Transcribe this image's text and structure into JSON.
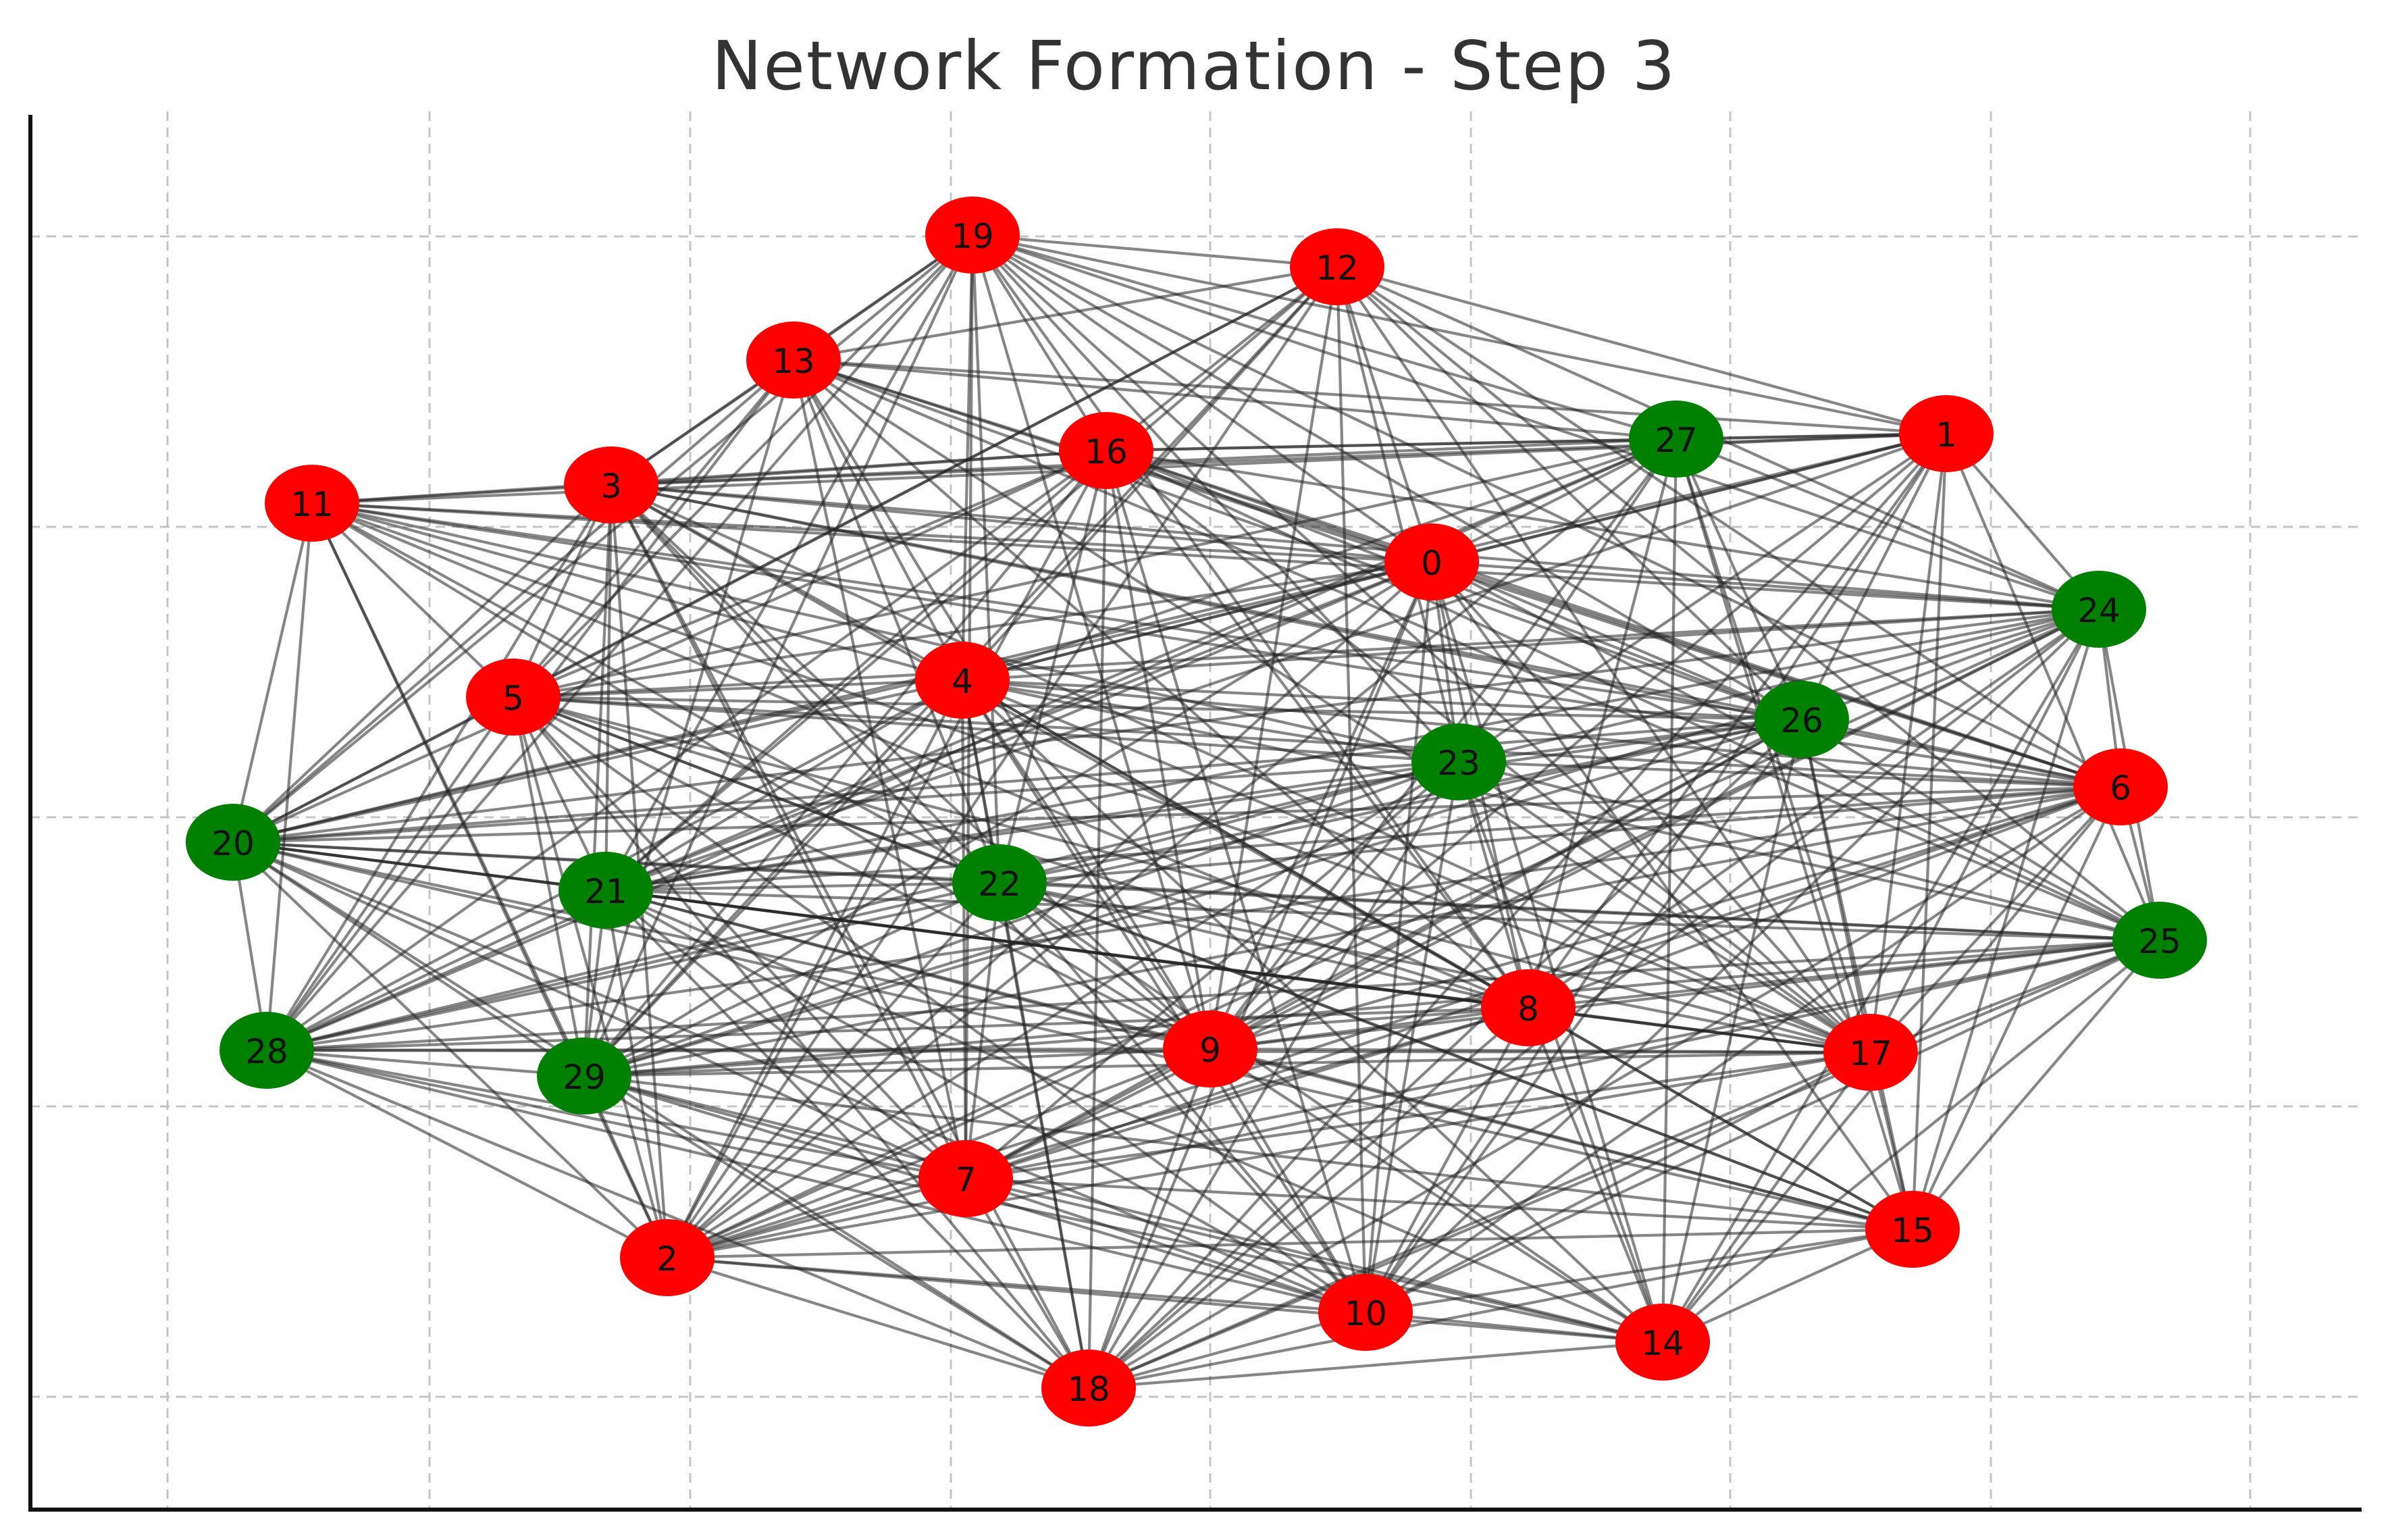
{
  "title": "Network Formation - Step 3",
  "colors": {
    "infected": "#ff0000",
    "healthy": "#008000",
    "edge": "#222222",
    "grid": "#c4c4c4",
    "axis": "#111111",
    "background": "#ffffff"
  },
  "chart_data": {
    "type": "network",
    "grid": true,
    "nodes": [
      {
        "id": "0",
        "label": "0",
        "state": "red"
      },
      {
        "id": "1",
        "label": "1",
        "state": "red"
      },
      {
        "id": "2",
        "label": "2",
        "state": "red"
      },
      {
        "id": "3",
        "label": "3",
        "state": "red"
      },
      {
        "id": "4",
        "label": "4",
        "state": "red"
      },
      {
        "id": "5",
        "label": "5",
        "state": "red"
      },
      {
        "id": "6",
        "label": "6",
        "state": "red"
      },
      {
        "id": "7",
        "label": "7",
        "state": "red"
      },
      {
        "id": "8",
        "label": "8",
        "state": "red"
      },
      {
        "id": "9",
        "label": "9",
        "state": "red"
      },
      {
        "id": "10",
        "label": "10",
        "state": "red"
      },
      {
        "id": "11",
        "label": "11",
        "state": "red"
      },
      {
        "id": "12",
        "label": "12",
        "state": "red"
      },
      {
        "id": "13",
        "label": "13",
        "state": "red"
      },
      {
        "id": "14",
        "label": "14",
        "state": "red"
      },
      {
        "id": "15",
        "label": "15",
        "state": "red"
      },
      {
        "id": "16",
        "label": "16",
        "state": "red"
      },
      {
        "id": "17",
        "label": "17",
        "state": "red"
      },
      {
        "id": "18",
        "label": "18",
        "state": "red"
      },
      {
        "id": "19",
        "label": "19",
        "state": "red"
      },
      {
        "id": "20",
        "label": "20",
        "state": "green"
      },
      {
        "id": "21",
        "label": "21",
        "state": "green"
      },
      {
        "id": "22",
        "label": "22",
        "state": "green"
      },
      {
        "id": "23",
        "label": "23",
        "state": "green"
      },
      {
        "id": "24",
        "label": "24",
        "state": "green"
      },
      {
        "id": "25",
        "label": "25",
        "state": "green"
      },
      {
        "id": "26",
        "label": "26",
        "state": "green"
      },
      {
        "id": "27",
        "label": "27",
        "state": "green"
      },
      {
        "id": "28",
        "label": "28",
        "state": "green"
      },
      {
        "id": "29",
        "label": "29",
        "state": "green"
      }
    ],
    "edges": [
      [
        "19",
        "12"
      ],
      [
        "19",
        "13"
      ],
      [
        "19",
        "16"
      ],
      [
        "19",
        "3"
      ],
      [
        "19",
        "4"
      ],
      [
        "19",
        "5"
      ],
      [
        "19",
        "0"
      ],
      [
        "19",
        "27"
      ],
      [
        "19",
        "1"
      ],
      [
        "19",
        "24"
      ],
      [
        "19",
        "26"
      ],
      [
        "19",
        "23"
      ],
      [
        "19",
        "22"
      ],
      [
        "19",
        "21"
      ],
      [
        "19",
        "9"
      ],
      [
        "19",
        "7"
      ],
      [
        "19",
        "8"
      ],
      [
        "19",
        "17"
      ],
      [
        "19",
        "29"
      ],
      [
        "19",
        "28"
      ],
      [
        "19",
        "20"
      ],
      [
        "19",
        "6"
      ],
      [
        "12",
        "13"
      ],
      [
        "12",
        "16"
      ],
      [
        "12",
        "0"
      ],
      [
        "12",
        "1"
      ],
      [
        "12",
        "24"
      ],
      [
        "12",
        "26"
      ],
      [
        "12",
        "23"
      ],
      [
        "12",
        "4"
      ],
      [
        "12",
        "5"
      ],
      [
        "12",
        "21"
      ],
      [
        "12",
        "9"
      ],
      [
        "12",
        "29"
      ],
      [
        "12",
        "10"
      ],
      [
        "12",
        "17"
      ],
      [
        "12",
        "6"
      ],
      [
        "12",
        "2"
      ],
      [
        "12",
        "25"
      ],
      [
        "12",
        "20"
      ],
      [
        "13",
        "3"
      ],
      [
        "13",
        "27"
      ],
      [
        "13",
        "1"
      ],
      [
        "13",
        "0"
      ],
      [
        "13",
        "4"
      ],
      [
        "13",
        "26"
      ],
      [
        "13",
        "9"
      ],
      [
        "13",
        "8"
      ],
      [
        "13",
        "22"
      ],
      [
        "13",
        "5"
      ],
      [
        "13",
        "20"
      ],
      [
        "13",
        "29"
      ],
      [
        "13",
        "28"
      ],
      [
        "13",
        "7"
      ],
      [
        "13",
        "17"
      ],
      [
        "13",
        "6"
      ],
      [
        "13",
        "25"
      ],
      [
        "16",
        "27"
      ],
      [
        "16",
        "1"
      ],
      [
        "16",
        "0"
      ],
      [
        "16",
        "3"
      ],
      [
        "16",
        "11"
      ],
      [
        "16",
        "5"
      ],
      [
        "16",
        "20"
      ],
      [
        "16",
        "22"
      ],
      [
        "16",
        "9"
      ],
      [
        "16",
        "8"
      ],
      [
        "16",
        "26"
      ],
      [
        "16",
        "17"
      ],
      [
        "16",
        "6"
      ],
      [
        "16",
        "25"
      ],
      [
        "16",
        "21"
      ],
      [
        "16",
        "29"
      ],
      [
        "16",
        "2"
      ],
      [
        "16",
        "18"
      ],
      [
        "16",
        "28"
      ],
      [
        "16",
        "24"
      ],
      [
        "16",
        "10"
      ],
      [
        "27",
        "1"
      ],
      [
        "27",
        "3"
      ],
      [
        "27",
        "0"
      ],
      [
        "27",
        "24"
      ],
      [
        "27",
        "26"
      ],
      [
        "27",
        "23"
      ],
      [
        "27",
        "17"
      ],
      [
        "27",
        "14"
      ],
      [
        "27",
        "15"
      ],
      [
        "27",
        "8"
      ],
      [
        "27",
        "21"
      ],
      [
        "27",
        "5"
      ],
      [
        "27",
        "9"
      ],
      [
        "27",
        "4"
      ],
      [
        "27",
        "2"
      ],
      [
        "27",
        "28"
      ],
      [
        "1",
        "0"
      ],
      [
        "1",
        "24"
      ],
      [
        "1",
        "25"
      ],
      [
        "1",
        "15"
      ],
      [
        "1",
        "17"
      ],
      [
        "1",
        "26"
      ],
      [
        "1",
        "23"
      ],
      [
        "1",
        "9"
      ],
      [
        "1",
        "21"
      ],
      [
        "1",
        "8"
      ],
      [
        "1",
        "10"
      ],
      [
        "1",
        "3"
      ],
      [
        "1",
        "11"
      ],
      [
        "1",
        "4"
      ],
      [
        "1",
        "18"
      ],
      [
        "1",
        "20"
      ],
      [
        "11",
        "3"
      ],
      [
        "11",
        "20"
      ],
      [
        "11",
        "28"
      ],
      [
        "11",
        "29"
      ],
      [
        "11",
        "5"
      ],
      [
        "11",
        "4"
      ],
      [
        "11",
        "0"
      ],
      [
        "11",
        "24"
      ],
      [
        "11",
        "26"
      ],
      [
        "11",
        "22"
      ],
      [
        "11",
        "9"
      ],
      [
        "11",
        "8"
      ],
      [
        "11",
        "17"
      ],
      [
        "11",
        "2"
      ],
      [
        "11",
        "23"
      ],
      [
        "11",
        "6"
      ],
      [
        "3",
        "4"
      ],
      [
        "3",
        "5"
      ],
      [
        "3",
        "21"
      ],
      [
        "3",
        "22"
      ],
      [
        "3",
        "0"
      ],
      [
        "3",
        "24"
      ],
      [
        "3",
        "26"
      ],
      [
        "3",
        "6"
      ],
      [
        "3",
        "8"
      ],
      [
        "3",
        "9"
      ],
      [
        "3",
        "7"
      ],
      [
        "3",
        "28"
      ],
      [
        "3",
        "29"
      ],
      [
        "3",
        "20"
      ],
      [
        "3",
        "2"
      ],
      [
        "3",
        "17"
      ],
      [
        "3",
        "10"
      ],
      [
        "3",
        "18"
      ],
      [
        "0",
        "24"
      ],
      [
        "0",
        "26"
      ],
      [
        "0",
        "23"
      ],
      [
        "0",
        "6"
      ],
      [
        "0",
        "25"
      ],
      [
        "0",
        "17"
      ],
      [
        "0",
        "14"
      ],
      [
        "0",
        "10"
      ],
      [
        "0",
        "8"
      ],
      [
        "0",
        "9"
      ],
      [
        "0",
        "21"
      ],
      [
        "0",
        "4"
      ],
      [
        "0",
        "5"
      ],
      [
        "0",
        "20"
      ],
      [
        "0",
        "29"
      ],
      [
        "0",
        "2"
      ],
      [
        "0",
        "18"
      ],
      [
        "0",
        "28"
      ],
      [
        "0",
        "15"
      ],
      [
        "24",
        "26"
      ],
      [
        "24",
        "6"
      ],
      [
        "24",
        "25"
      ],
      [
        "24",
        "15"
      ],
      [
        "24",
        "17"
      ],
      [
        "24",
        "14"
      ],
      [
        "24",
        "9"
      ],
      [
        "24",
        "8"
      ],
      [
        "24",
        "4"
      ],
      [
        "24",
        "5"
      ],
      [
        "24",
        "21"
      ],
      [
        "24",
        "10"
      ],
      [
        "24",
        "23"
      ],
      [
        "24",
        "20"
      ],
      [
        "24",
        "2"
      ],
      [
        "24",
        "29"
      ],
      [
        "24",
        "18"
      ],
      [
        "24",
        "7"
      ],
      [
        "5",
        "4"
      ],
      [
        "5",
        "20"
      ],
      [
        "5",
        "21"
      ],
      [
        "5",
        "22"
      ],
      [
        "5",
        "29"
      ],
      [
        "5",
        "28"
      ],
      [
        "5",
        "2"
      ],
      [
        "5",
        "7"
      ],
      [
        "5",
        "9"
      ],
      [
        "5",
        "10"
      ],
      [
        "5",
        "8"
      ],
      [
        "5",
        "17"
      ],
      [
        "5",
        "6"
      ],
      [
        "5",
        "26"
      ],
      [
        "5",
        "23"
      ],
      [
        "5",
        "18"
      ],
      [
        "5",
        "15"
      ],
      [
        "4",
        "20"
      ],
      [
        "4",
        "21"
      ],
      [
        "4",
        "22"
      ],
      [
        "4",
        "23"
      ],
      [
        "4",
        "26"
      ],
      [
        "4",
        "6"
      ],
      [
        "4",
        "8"
      ],
      [
        "4",
        "9"
      ],
      [
        "4",
        "7"
      ],
      [
        "4",
        "28"
      ],
      [
        "4",
        "29"
      ],
      [
        "4",
        "2"
      ],
      [
        "4",
        "18"
      ],
      [
        "4",
        "10"
      ],
      [
        "4",
        "14"
      ],
      [
        "4",
        "17"
      ],
      [
        "4",
        "15"
      ],
      [
        "4",
        "25"
      ],
      [
        "26",
        "6"
      ],
      [
        "26",
        "25"
      ],
      [
        "26",
        "15"
      ],
      [
        "26",
        "17"
      ],
      [
        "26",
        "14"
      ],
      [
        "26",
        "10"
      ],
      [
        "26",
        "9"
      ],
      [
        "26",
        "7"
      ],
      [
        "26",
        "22"
      ],
      [
        "26",
        "21"
      ],
      [
        "26",
        "29"
      ],
      [
        "26",
        "2"
      ],
      [
        "26",
        "18"
      ],
      [
        "26",
        "28"
      ],
      [
        "26",
        "23"
      ],
      [
        "26",
        "20"
      ],
      [
        "23",
        "8"
      ],
      [
        "23",
        "9"
      ],
      [
        "23",
        "10"
      ],
      [
        "23",
        "22"
      ],
      [
        "23",
        "21"
      ],
      [
        "23",
        "29"
      ],
      [
        "23",
        "7"
      ],
      [
        "23",
        "18"
      ],
      [
        "23",
        "17"
      ],
      [
        "23",
        "14"
      ],
      [
        "23",
        "6"
      ],
      [
        "23",
        "25"
      ],
      [
        "23",
        "2"
      ],
      [
        "23",
        "28"
      ],
      [
        "23",
        "20"
      ],
      [
        "6",
        "25"
      ],
      [
        "6",
        "17"
      ],
      [
        "6",
        "15"
      ],
      [
        "6",
        "14"
      ],
      [
        "6",
        "10"
      ],
      [
        "6",
        "9"
      ],
      [
        "6",
        "7"
      ],
      [
        "6",
        "22"
      ],
      [
        "6",
        "21"
      ],
      [
        "6",
        "29"
      ],
      [
        "6",
        "2"
      ],
      [
        "6",
        "18"
      ],
      [
        "6",
        "28"
      ],
      [
        "6",
        "8"
      ],
      [
        "6",
        "20"
      ],
      [
        "20",
        "21"
      ],
      [
        "20",
        "22"
      ],
      [
        "20",
        "28"
      ],
      [
        "20",
        "29"
      ],
      [
        "20",
        "2"
      ],
      [
        "20",
        "7"
      ],
      [
        "20",
        "9"
      ],
      [
        "20",
        "8"
      ],
      [
        "20",
        "17"
      ],
      [
        "20",
        "10"
      ],
      [
        "20",
        "18"
      ],
      [
        "20",
        "15"
      ],
      [
        "20",
        "25"
      ],
      [
        "21",
        "22"
      ],
      [
        "21",
        "29"
      ],
      [
        "21",
        "28"
      ],
      [
        "21",
        "9"
      ],
      [
        "21",
        "8"
      ],
      [
        "21",
        "7"
      ],
      [
        "21",
        "2"
      ],
      [
        "21",
        "10"
      ],
      [
        "21",
        "18"
      ],
      [
        "21",
        "17"
      ],
      [
        "21",
        "14"
      ],
      [
        "21",
        "15"
      ],
      [
        "21",
        "25"
      ],
      [
        "22",
        "9"
      ],
      [
        "22",
        "7"
      ],
      [
        "22",
        "18"
      ],
      [
        "22",
        "8"
      ],
      [
        "22",
        "29"
      ],
      [
        "22",
        "28"
      ],
      [
        "22",
        "2"
      ],
      [
        "22",
        "10"
      ],
      [
        "22",
        "14"
      ],
      [
        "22",
        "17"
      ],
      [
        "22",
        "15"
      ],
      [
        "22",
        "25"
      ],
      [
        "25",
        "8"
      ],
      [
        "25",
        "9"
      ],
      [
        "25",
        "17"
      ],
      [
        "25",
        "15"
      ],
      [
        "25",
        "14"
      ],
      [
        "25",
        "10"
      ],
      [
        "25",
        "29"
      ],
      [
        "25",
        "28"
      ],
      [
        "25",
        "7"
      ],
      [
        "25",
        "18"
      ],
      [
        "25",
        "2"
      ],
      [
        "8",
        "9"
      ],
      [
        "8",
        "17"
      ],
      [
        "8",
        "15"
      ],
      [
        "8",
        "14"
      ],
      [
        "8",
        "10"
      ],
      [
        "8",
        "7"
      ],
      [
        "8",
        "2"
      ],
      [
        "8",
        "29"
      ],
      [
        "8",
        "28"
      ],
      [
        "8",
        "18"
      ],
      [
        "9",
        "17"
      ],
      [
        "9",
        "15"
      ],
      [
        "9",
        "14"
      ],
      [
        "9",
        "10"
      ],
      [
        "9",
        "7"
      ],
      [
        "9",
        "29"
      ],
      [
        "9",
        "28"
      ],
      [
        "9",
        "2"
      ],
      [
        "9",
        "18"
      ],
      [
        "17",
        "15"
      ],
      [
        "17",
        "14"
      ],
      [
        "17",
        "10"
      ],
      [
        "17",
        "7"
      ],
      [
        "17",
        "29"
      ],
      [
        "17",
        "28"
      ],
      [
        "17",
        "18"
      ],
      [
        "17",
        "2"
      ],
      [
        "28",
        "29"
      ],
      [
        "28",
        "2"
      ],
      [
        "28",
        "7"
      ],
      [
        "28",
        "18"
      ],
      [
        "28",
        "10"
      ],
      [
        "28",
        "14"
      ],
      [
        "29",
        "2"
      ],
      [
        "29",
        "7"
      ],
      [
        "29",
        "18"
      ],
      [
        "29",
        "10"
      ],
      [
        "29",
        "14"
      ],
      [
        "29",
        "15"
      ],
      [
        "7",
        "2"
      ],
      [
        "7",
        "18"
      ],
      [
        "7",
        "10"
      ],
      [
        "7",
        "14"
      ],
      [
        "7",
        "15"
      ],
      [
        "2",
        "18"
      ],
      [
        "2",
        "10"
      ],
      [
        "2",
        "14"
      ],
      [
        "2",
        "15"
      ],
      [
        "15",
        "14"
      ],
      [
        "15",
        "10"
      ],
      [
        "15",
        "18"
      ],
      [
        "10",
        "18"
      ],
      [
        "10",
        "14"
      ],
      [
        "14",
        "18"
      ]
    ]
  }
}
